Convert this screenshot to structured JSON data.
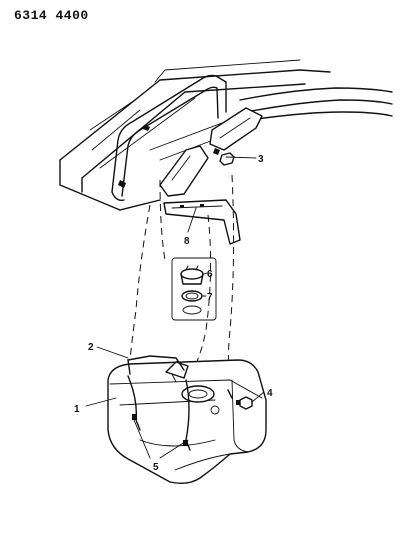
{
  "header": {
    "part_number": "6314 4400"
  },
  "callouts": [
    "1",
    "2",
    "3",
    "4",
    "5",
    "6",
    "7",
    "8"
  ]
}
